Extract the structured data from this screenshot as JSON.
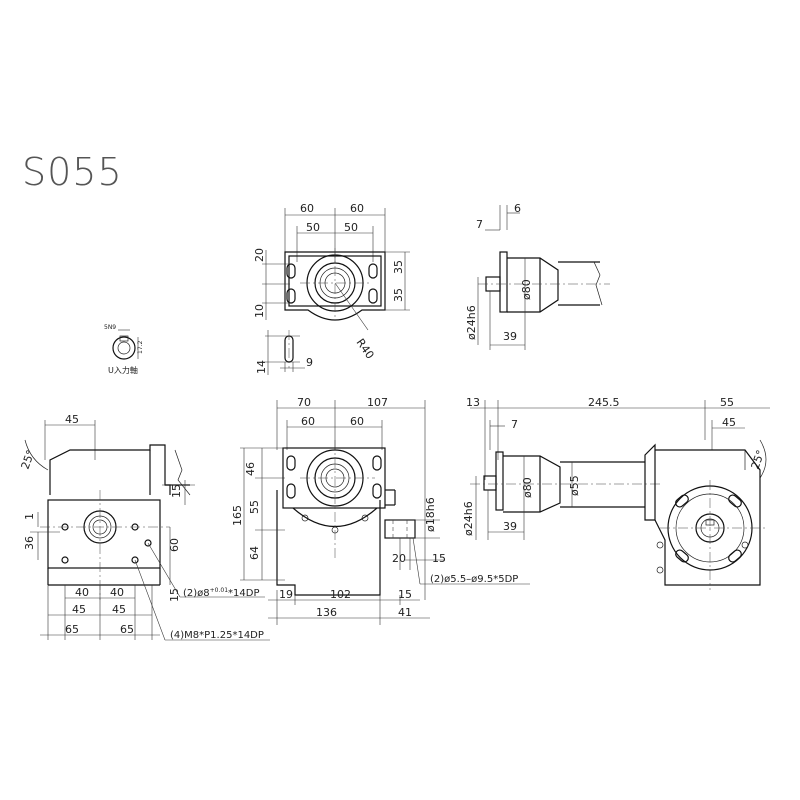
{
  "title": "S055",
  "labels": {
    "top_60a": "60",
    "top_60b": "60",
    "top_50a": "50",
    "top_50b": "50",
    "top_20": "20",
    "top_10": "10",
    "top_35a": "35",
    "top_35b": "35",
    "top_14": "14",
    "top_9": "9",
    "top_r40": "R40",
    "key_5n9": "5N9",
    "key_17_2": "17.2",
    "key_caption": "U入力軸",
    "sh_6": "6",
    "sh_7": "7",
    "sh_d80": "ø80",
    "sh_d24": "ø24h6",
    "sh_39": "39",
    "l_45": "45",
    "l_25": "25°",
    "l_15a": "15",
    "l_1": "1",
    "l_36": "36",
    "l_60": "60",
    "l_15b": "15",
    "l_40a": "40",
    "l_40b": "40",
    "l_45a": "45",
    "l_45b": "45",
    "l_65a": "65",
    "l_65b": "65",
    "l_note1": "(2)ø8",
    "l_note1_tol": "+0.01",
    "l_note1_tol2": "0",
    "l_note1_rest": "*14DP",
    "l_note2": "(4)M8*P1.25*14DP",
    "c_70": "70",
    "c_107": "107",
    "c_60a": "60",
    "c_60b": "60",
    "c_46": "46",
    "c_55": "55",
    "c_165": "165",
    "c_64": "64",
    "c_d18": "ø18h6",
    "c_20": "20",
    "c_15": "15",
    "c_19": "19",
    "c_102": "102",
    "c_15b": "15",
    "c_136": "136",
    "c_41": "41",
    "c_note": "(2)ø5.5–ø9.5*5DP",
    "r_13": "13",
    "r_245": "245.5",
    "r_55": "55",
    "r_7": "7",
    "r_45": "45",
    "r_25": "25°",
    "r_d80": "ø80",
    "r_d55": "ø55",
    "r_d24": "ø24h6",
    "r_39": "39"
  }
}
